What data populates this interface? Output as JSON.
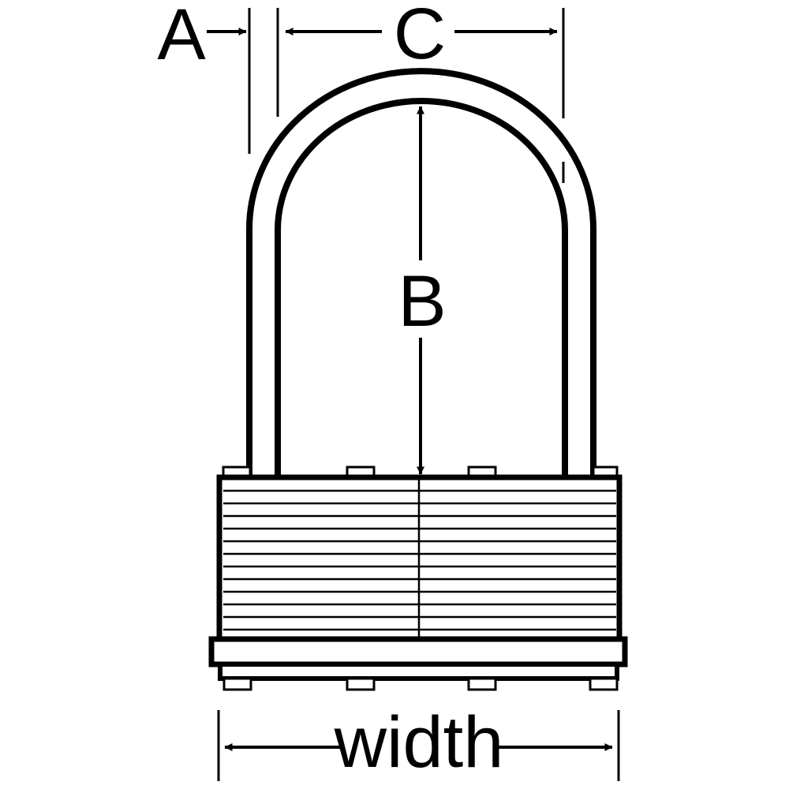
{
  "colors": {
    "line": "#000000",
    "background": "#ffffff"
  },
  "labels": {
    "a": "A",
    "b": "B",
    "c": "C",
    "width": "width"
  }
}
